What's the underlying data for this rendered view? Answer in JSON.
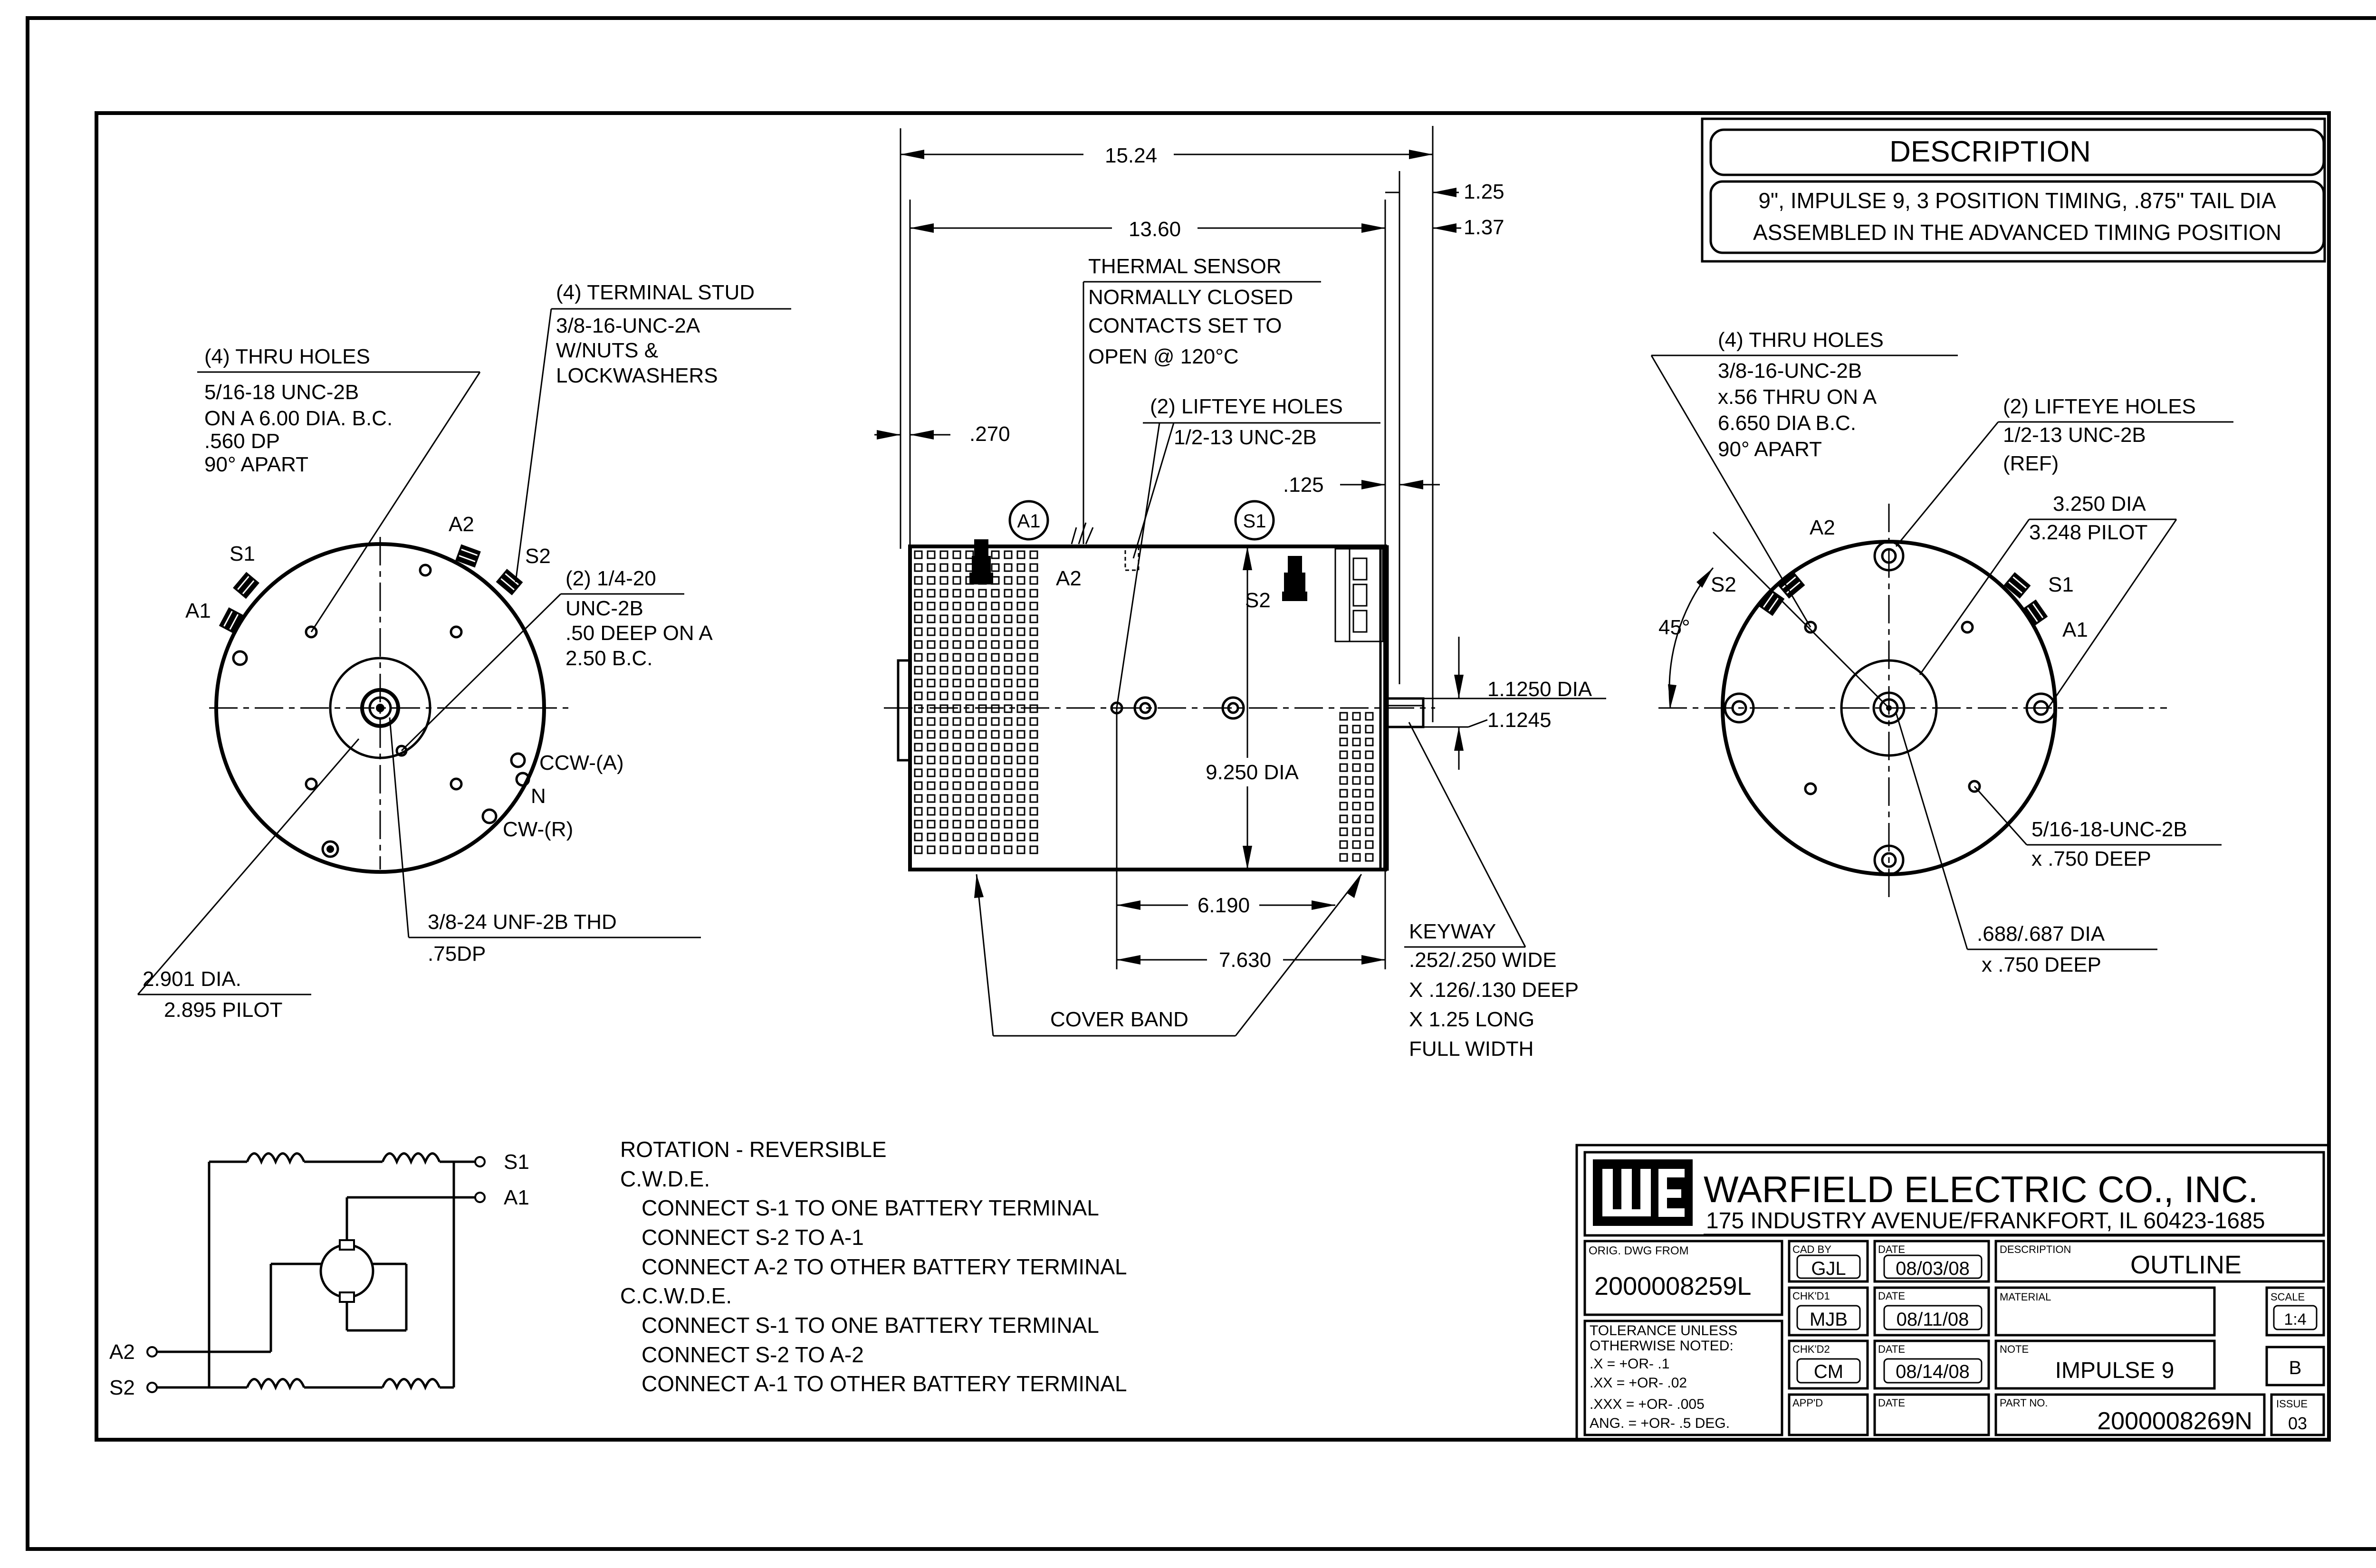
{
  "description": {
    "heading": "DESCRIPTION",
    "line1": "9\", IMPULSE 9, 3 POSITION TIMING, .875\" TAIL DIA",
    "line2": "ASSEMBLED IN THE ADVANCED TIMING POSITION"
  },
  "left_view": {
    "thru_holes_title": "(4) THRU HOLES",
    "thru_holes_lines": [
      "5/16-18 UNC-2B",
      "ON A 6.00 DIA. B.C.",
      ".560 DP",
      "90° APART"
    ],
    "terminal_stud_title": "(4) TERMINAL STUD",
    "terminal_stud_lines": [
      "3/8-16-UNC-2A",
      "W/NUTS &",
      "LOCKWASHERS"
    ],
    "tap_title": "(2) 1/4-20",
    "tap_lines": [
      "UNC-2B",
      ".50 DEEP ON A",
      "2.50 B.C."
    ],
    "label_s1": "S1",
    "label_a1": "A1",
    "label_a2": "A2",
    "label_s2": "S2",
    "label_ccw": "CCW-(A)",
    "label_n": "N",
    "label_cw": "CW-(R)",
    "shaft_thread_title": "3/8-24 UNF-2B THD",
    "shaft_thread_depth": ".75DP",
    "pilot_dia": "2.901 DIA.",
    "pilot": "2.895 PILOT"
  },
  "side_view": {
    "dim_overall": "15.24",
    "dim_body": "13.60",
    "dim_125": "1.25",
    "dim_137": "1.37",
    "thermal_title": "THERMAL SENSOR",
    "thermal_lines": [
      "NORMALLY CLOSED",
      "CONTACTS SET TO",
      "OPEN @ 120°C"
    ],
    "dim_270": ".270",
    "lifteye_title": "(2) LIFTEYE HOLES",
    "lifteye_thread": "1/2-13 UNC-2B",
    "dim_0125": ".125",
    "bubble_a1": "A1",
    "bubble_s1": "S1",
    "label_a2": "A2",
    "label_s2": "S2",
    "shaft_dia_1": "1.1250 DIA",
    "shaft_dia_2": "1.1245",
    "body_dia": "9.250 DIA",
    "dim_6190": "6.190",
    "dim_7630": "7.630",
    "keyway_title": "KEYWAY",
    "keyway_lines": [
      ".252/.250 WIDE",
      "X .126/.130 DEEP",
      "X 1.25 LONG",
      "FULL WIDTH"
    ],
    "cover_band": "COVER BAND"
  },
  "right_view": {
    "thru_holes_title": "(4) THRU HOLES",
    "thru_holes_lines": [
      "3/8-16-UNC-2B",
      "x.56 THRU ON A",
      "6.650 DIA B.C.",
      "90° APART"
    ],
    "lifteye_title": "(2) LIFTEYE HOLES",
    "lifteye_lines": [
      "1/2-13 UNC-2B",
      "(REF)"
    ],
    "pilot_dia": "3.250 DIA",
    "pilot": "3.248 PILOT",
    "label_a2": "A2",
    "label_s2": "S2",
    "label_s1": "S1",
    "label_a1": "A1",
    "angle": "45°",
    "tap_title": "5/16-18-UNC-2B",
    "tap_depth": "x .750 DEEP",
    "bore_title": ".688/.687 DIA",
    "bore_depth": "x .750 DEEP"
  },
  "schematic": {
    "label_s1": "S1",
    "label_a1": "A1",
    "label_a2": "A2",
    "label_s2": "S2"
  },
  "rotation_notes": [
    "ROTATION - REVERSIBLE",
    "C.W.D.E.",
    "CONNECT S-1 TO ONE BATTERY TERMINAL",
    "CONNECT S-2 TO A-1",
    "CONNECT A-2 TO OTHER BATTERY TERMINAL",
    "C.C.W.D.E.",
    "CONNECT S-1 TO ONE BATTERY TERMINAL",
    "CONNECT S-2 TO A-2",
    "CONNECT A-1 TO OTHER BATTERY TERMINAL"
  ],
  "title_block": {
    "company": "WARFIELD ELECTRIC CO., INC.",
    "address": "175 INDUSTRY AVENUE/FRANKFORT, IL 60423-1685",
    "orig_dwg_label": "ORIG. DWG FROM",
    "orig_dwg": "2000008259L",
    "cad_by_label": "CAD BY",
    "cad_by": "GJL",
    "date_label": "DATE",
    "date1": "08/03/08",
    "description_label": "DESCRIPTION",
    "description": "OUTLINE",
    "chk1_label": "CHK'D1",
    "chk1": "MJB",
    "date2": "08/11/08",
    "material_label": "MATERIAL",
    "scale_label": "SCALE",
    "scale": "1:4",
    "tolerance_lines": [
      "TOLERANCE UNLESS",
      "OTHERWISE NOTED:",
      ".X    = +OR- .1",
      ".XX   = +OR- .02",
      ".XXX  = +OR- .005",
      "ANG. = +OR- .5 DEG."
    ],
    "chk2_label": "CHK'D2",
    "chk2": "CM",
    "date3": "08/14/08",
    "note_label": "NOTE",
    "note": "IMPULSE 9",
    "rev": "B",
    "appd_label": "APP'D",
    "part_no_label": "PART NO.",
    "part_no": "2000008269N",
    "issue_label": "ISSUE",
    "issue": "03"
  }
}
